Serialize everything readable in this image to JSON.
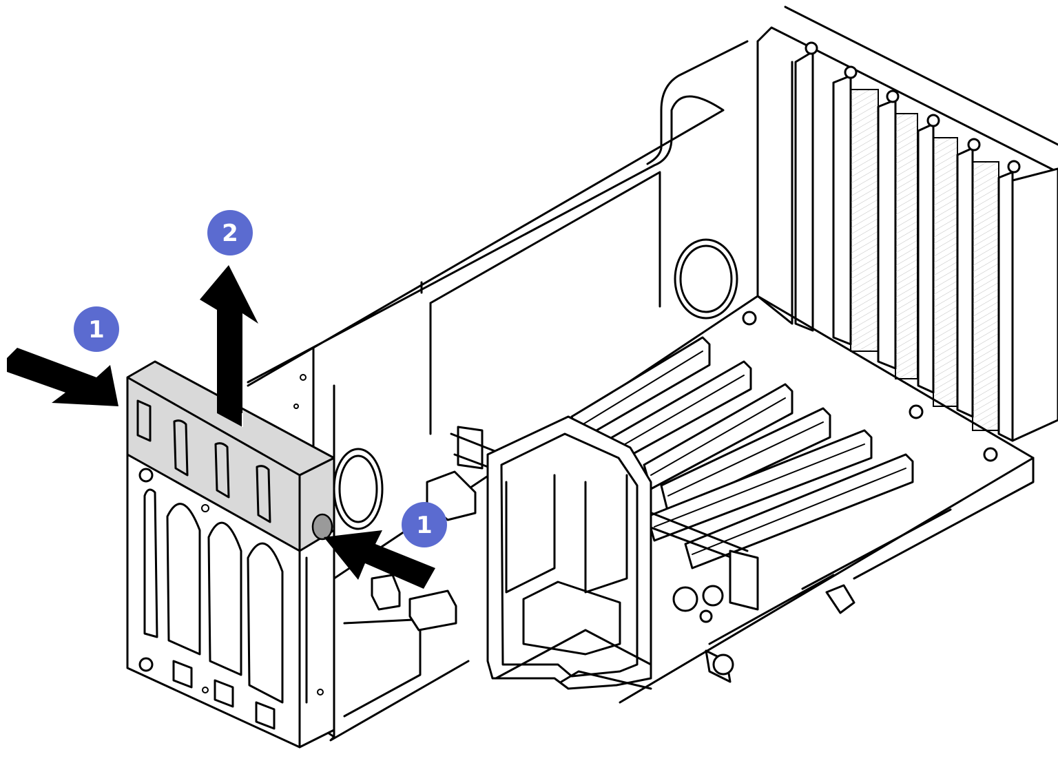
{
  "callouts": [
    {
      "id": "step-1-left",
      "label": "1"
    },
    {
      "id": "step-2",
      "label": "2"
    },
    {
      "id": "step-1-right",
      "label": "1"
    }
  ],
  "colors": {
    "callout_fill": "#5b6bd0",
    "line": "#000000",
    "latch_fill": "#d9d9d9",
    "arrow": "#000000",
    "background": "#ffffff"
  },
  "icons": {
    "arrows": [
      "push-arrow-icon",
      "lift-arrow-icon",
      "push-arrow-icon"
    ]
  }
}
